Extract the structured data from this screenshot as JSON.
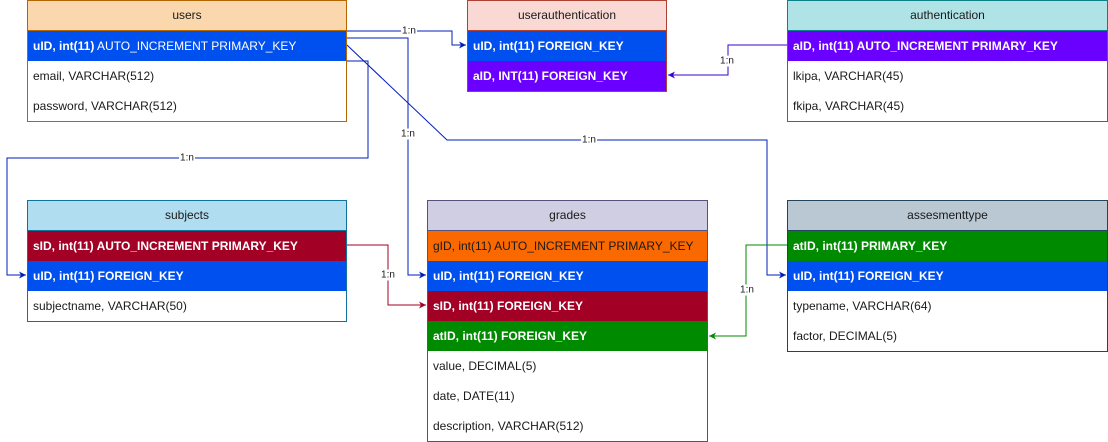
{
  "tables": {
    "users": {
      "name": "users",
      "rows": [
        {
          "key": "uID, int(11)",
          "rest": " AUTO_INCREMENT PRIMARY_KEY"
        },
        {
          "text": "email, VARCHAR(512)"
        },
        {
          "text": "password, VARCHAR(512)"
        }
      ]
    },
    "userauthentication": {
      "name": "userauthentication",
      "rows": [
        {
          "key": "uID, int(11) FOREIGN_KEY"
        },
        {
          "key": "aID, INT(11) FOREIGN_KEY"
        }
      ]
    },
    "authentication": {
      "name": "authentication",
      "rows": [
        {
          "key": "aID, int(11) AUTO_INCREMENT PRIMARY_KEY"
        },
        {
          "text": "lkipa, VARCHAR(45)"
        },
        {
          "text": "fkipa, VARCHAR(45)"
        }
      ]
    },
    "subjects": {
      "name": "subjects",
      "rows": [
        {
          "key": "sID, int(11) AUTO_INCREMENT PRIMARY_KEY"
        },
        {
          "key": "uID, int(11) FOREIGN_KEY"
        },
        {
          "text": "subjectname, VARCHAR(50)"
        }
      ]
    },
    "grades": {
      "name": "grades",
      "rows": [
        {
          "text": "gID, int(11) AUTO_INCREMENT PRIMARY_KEY"
        },
        {
          "key": "uID, int(11) FOREIGN_KEY"
        },
        {
          "key": "sID, int(11) FOREIGN_KEY"
        },
        {
          "key": "atID, int(11) FOREIGN_KEY"
        },
        {
          "text": "value, DECIMAL(5)"
        },
        {
          "text": "date, DATE(11)"
        },
        {
          "text": "description, VARCHAR(512)"
        }
      ]
    },
    "assesmenttype": {
      "name": "assesmenttype",
      "rows": [
        {
          "key": "atID, int(11) PRIMARY_KEY"
        },
        {
          "key": "uID, int(11) FOREIGN_KEY"
        },
        {
          "text": "typename, VARCHAR(64)"
        },
        {
          "text": "factor, DECIMAL(5)"
        }
      ]
    }
  },
  "relations": {
    "users_userauthentication": "1:n",
    "authentication_userauthentication": "1:n",
    "users_subjects": "1:n",
    "users_grades": "1:n",
    "users_assesmenttype": "1:n",
    "subjects_grades": "1:n",
    "assesmenttype_grades": "1:n"
  },
  "colors": {
    "blue": "#0050ef",
    "purple": "#6a00ff",
    "crimson": "#a20025",
    "orange": "#fa6800",
    "green": "#008a00",
    "users_header": "#fad7ac",
    "users_border": "#b46504",
    "userauthentication_header": "#fad9d5",
    "userauthentication_border": "#ae4132",
    "authentication_header": "#b0e3e6",
    "authentication_border": "#0e8088",
    "subjects_header": "#b1ddf0",
    "subjects_border": "#10739e",
    "grades_header": "#d0cee2",
    "grades_border": "#56517e",
    "assesmenttype_header": "#bac8d3",
    "assesmenttype_border": "#23445d",
    "line_blue": "#001dbc",
    "line_purple": "#3700cc",
    "line_crimson": "#a20025",
    "line_green": "#008a00"
  }
}
